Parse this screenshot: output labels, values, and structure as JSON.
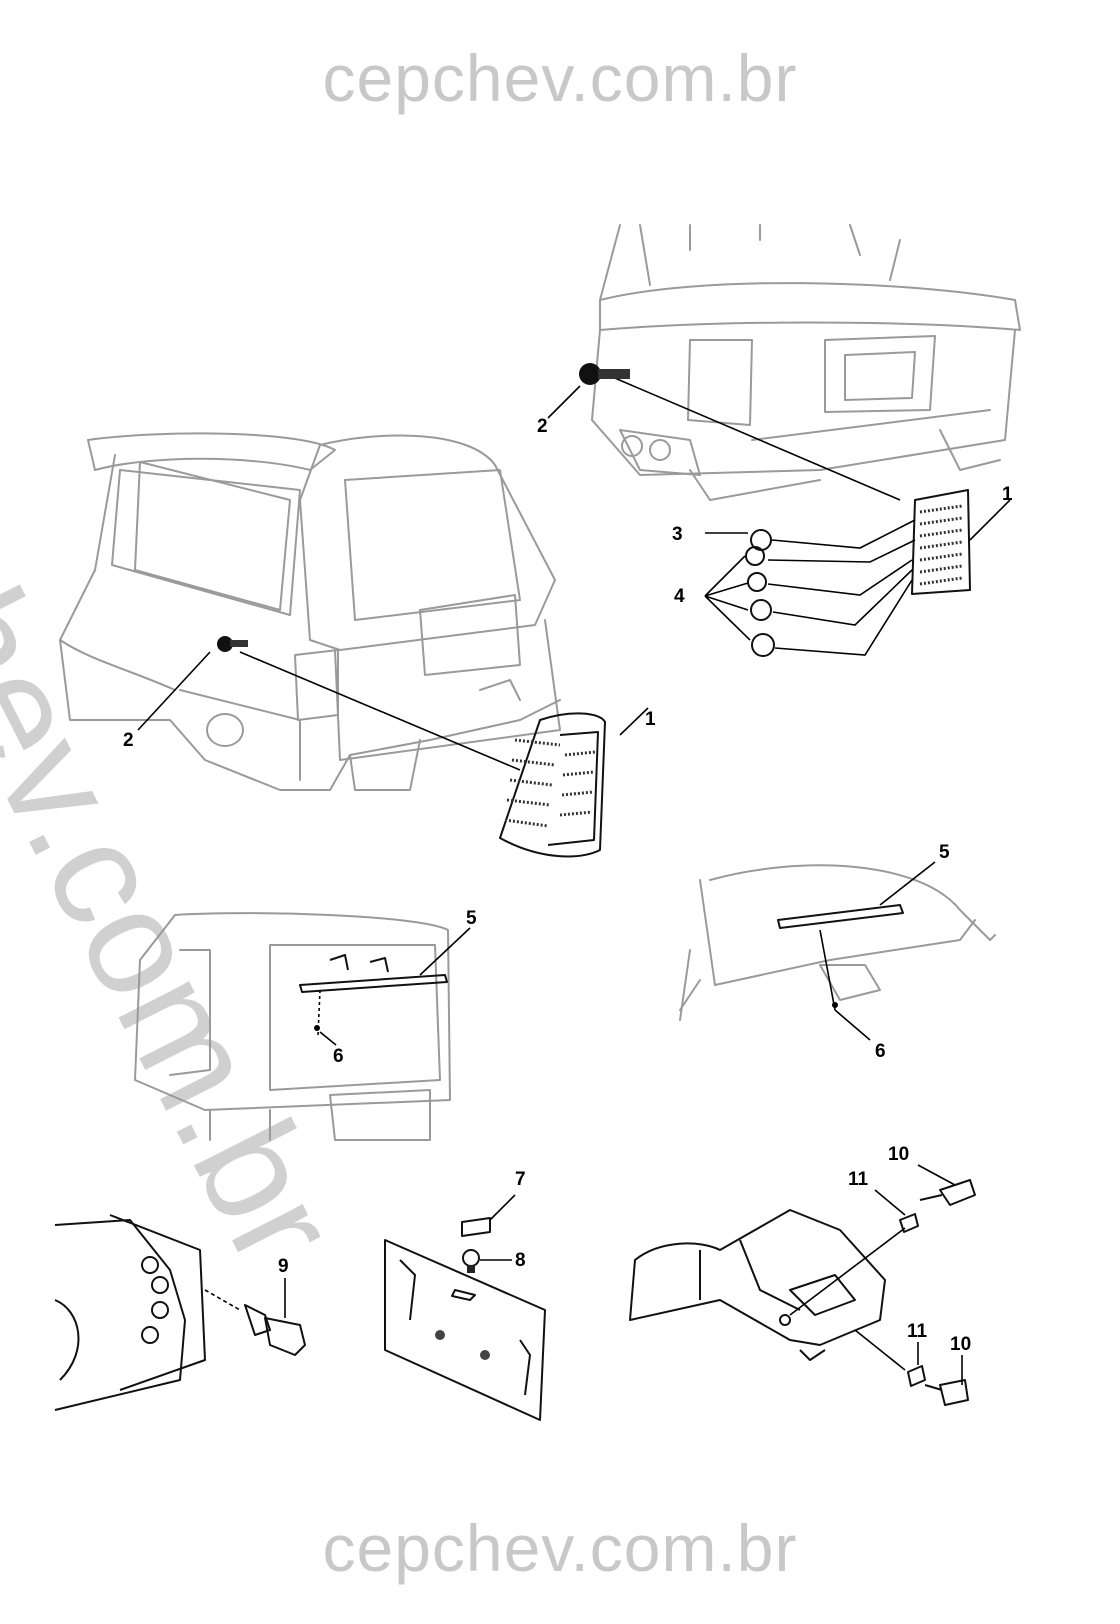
{
  "watermark": {
    "top": "cepchev.com.br",
    "bottom": "cepchev.com.br",
    "diagonal": "cepchev.com.br"
  },
  "callouts": {
    "c1a": "1",
    "c1b": "1",
    "c2a": "2",
    "c2b": "2",
    "c3": "3",
    "c4": "4",
    "c5a": "5",
    "c5b": "5",
    "c6a": "6",
    "c6b": "6",
    "c7": "7",
    "c8": "8",
    "c9": "9",
    "c10a": "10",
    "c10b": "10",
    "c11a": "11",
    "c11b": "11"
  },
  "colors": {
    "watermark": "#c8c8c8",
    "vehicle_outline": "#9a9a9a",
    "part_outline": "#111111"
  }
}
